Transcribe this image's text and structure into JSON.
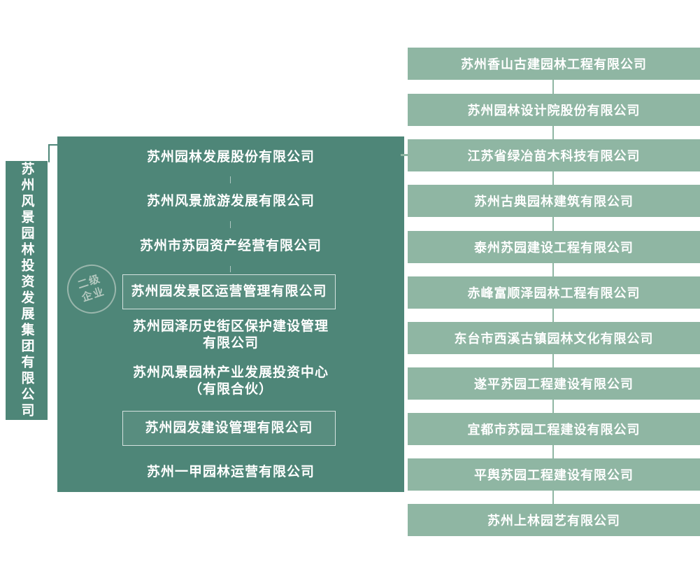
{
  "colors": {
    "dark_green": "#4e8678",
    "light_green": "#8fb6a3",
    "text": "#ffffff"
  },
  "parent": {
    "name": "苏州风景园林投资发展集团有限公司"
  },
  "watermark": {
    "line1": "二级",
    "line2": "企业"
  },
  "subsidiaries": {
    "items": [
      {
        "name": "苏州园林发展股份有限公司"
      },
      {
        "name": "苏州风景旅游发展有限公司"
      },
      {
        "name": "苏州市苏园资产经营有限公司"
      },
      {
        "name": "苏州园发景区运营管理有限公司"
      },
      {
        "name": "苏州园泽历史街区保护建设管理\n有限公司"
      },
      {
        "name": "苏州风景园林产业发展投资中心\n（有限合伙）"
      },
      {
        "name": "苏州园发建设管理有限公司"
      },
      {
        "name": "苏州一甲园林运营有限公司"
      }
    ]
  },
  "affiliates": {
    "items": [
      {
        "name": "苏州香山古建园林工程有限公司"
      },
      {
        "name": "苏州园林设计院股份有限公司"
      },
      {
        "name": "江苏省绿冶苗木科技有限公司"
      },
      {
        "name": "苏州古典园林建筑有限公司"
      },
      {
        "name": "泰州苏园建设工程有限公司"
      },
      {
        "name": "赤峰富顺泽园林工程有限公司"
      },
      {
        "name": "东台市西溪古镇园林文化有限公司"
      },
      {
        "name": "遂平苏园工程建设有限公司"
      },
      {
        "name": "宜都市苏园工程建设有限公司"
      },
      {
        "name": "平舆苏园工程建设有限公司"
      },
      {
        "name": "苏州上林园艺有限公司"
      }
    ]
  }
}
